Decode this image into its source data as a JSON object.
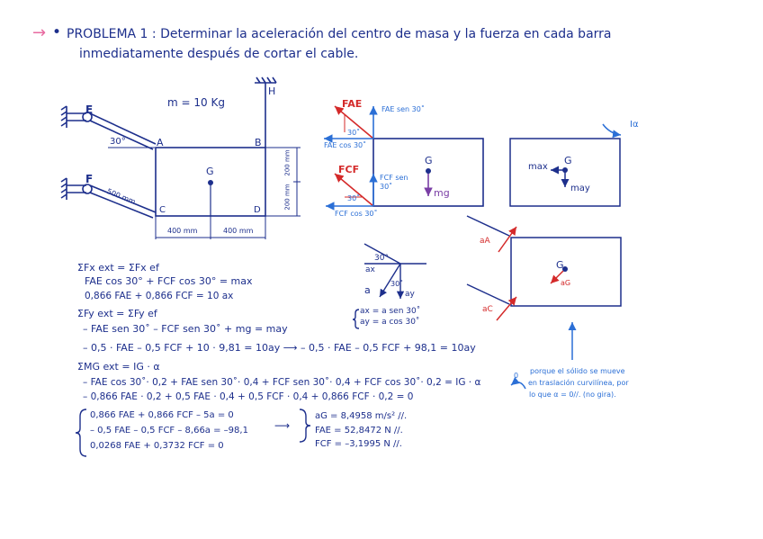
{
  "header": {
    "arrow": "→",
    "bullet": "•",
    "line1": "PROBLEMA 1 : Determinar la aceleración del centro de masa y la fuerza en cada barra",
    "line2": "inmediatamente después de cortar el cable."
  },
  "figure1": {
    "mass": "m = 10 Kg",
    "E": "E",
    "F": "F",
    "H": "H",
    "A": "A",
    "B": "B",
    "C": "C",
    "D": "D",
    "G": "G",
    "angle": "30°",
    "bar_len": "500 mm",
    "dim_left": "400 mm",
    "dim_right": "400 mm",
    "dim_v1": "200 mm",
    "dim_v2": "200 mm"
  },
  "fbd": {
    "FAE": "FAE",
    "FAE_sin": "FAE sen 30˚",
    "FAE_cos": "FAE cos 30˚",
    "FCF": "FCF",
    "FCF_sin": "FCF sen 30˚",
    "FCF_cos": "FCF cos 30˚",
    "ang_top": "30˚",
    "ang_bot": "30˚",
    "G": "G",
    "mg": "mg"
  },
  "kd": {
    "Ia": "Iα",
    "max": "max",
    "may": "may",
    "G": "G"
  },
  "accel": {
    "ang": "30°",
    "ax": "ax",
    "a": "a",
    "ay": "ay",
    "ang2": "30˚",
    "eq1": "ax = a sen 30˚",
    "eq2": "ay = a cos 30˚"
  },
  "trans": {
    "aA": "aA",
    "aC": "aC",
    "G": "G",
    "aG": "aG",
    "note1": "porque el sólido se mueve",
    "note2": "en traslación curvilínea, por",
    "note3": "lo que  α = 0//. (no gira)."
  },
  "equations": {
    "sumFx": "ΣFx ext = ΣFx ef",
    "fx1": "FAE cos 30° + FCF cos 30° = max",
    "fx2": "0,866 FAE + 0,866 FCF = 10 ax",
    "sumFy": "ΣFy ext = ΣFy ef",
    "fy1": "– FAE sen 30˚ – FCF sen 30˚ + mg = may",
    "fy2": "– 0,5 · FAE – 0,5 FCF + 10 · 9,81 = 10ay ⟶ – 0,5 · FAE – 0,5 FCF + 98,1 = 10ay",
    "sumM": "ΣMG ext = IG · α",
    "m1": "– FAE cos 30˚· 0,2 + FAE sen 30˚· 0,4 + FCF sen 30˚· 0,4 + FCF cos 30˚· 0,2 = IG · α",
    "m1_zero": "0",
    "m2": "– 0,866 FAE · 0,2 + 0,5 FAE · 0,4 + 0,5 FCF · 0,4 + 0,866 FCF · 0,2 = 0"
  },
  "system": {
    "r1": "0,866 FAE + 0,866 FCF – 5a   = 0",
    "r2": "– 0,5 FAE – 0,5 FCF – 8,66a = –98,1",
    "r3": "0,0268 FAE + 0,3732 FCF        = 0",
    "arrow": "⟶",
    "s1": "aG = 8,4958 m/s² //.",
    "s2": "FAE = 52,8472 N //.",
    "s3": "FCF = –3,1995 N //."
  }
}
